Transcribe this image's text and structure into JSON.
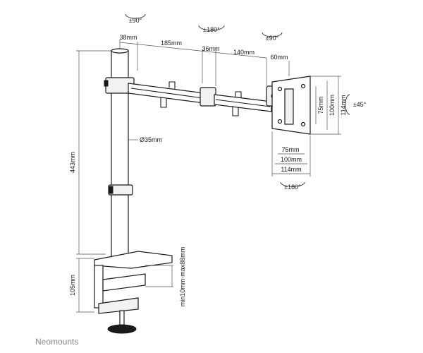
{
  "rotation_labels": {
    "top_left": "±90°",
    "top_center": "±180°",
    "top_right": "±90°",
    "tilt": "±45°",
    "bottom": "±180°"
  },
  "arm_dims": {
    "d1": "38mm",
    "d2": "185mm",
    "d3": "36mm",
    "d4": "140mm",
    "d5": "60mm"
  },
  "pole": {
    "diameter": "Ø35mm",
    "height": "443mm",
    "clamp_height": "105mm"
  },
  "clamp": {
    "range": "min10mm-max88mm"
  },
  "vesa_vertical": [
    "75mm",
    "100mm",
    "114mm"
  ],
  "vesa_horizontal": [
    "75mm",
    "100mm",
    "114mm"
  ],
  "brand": "Neomounts"
}
